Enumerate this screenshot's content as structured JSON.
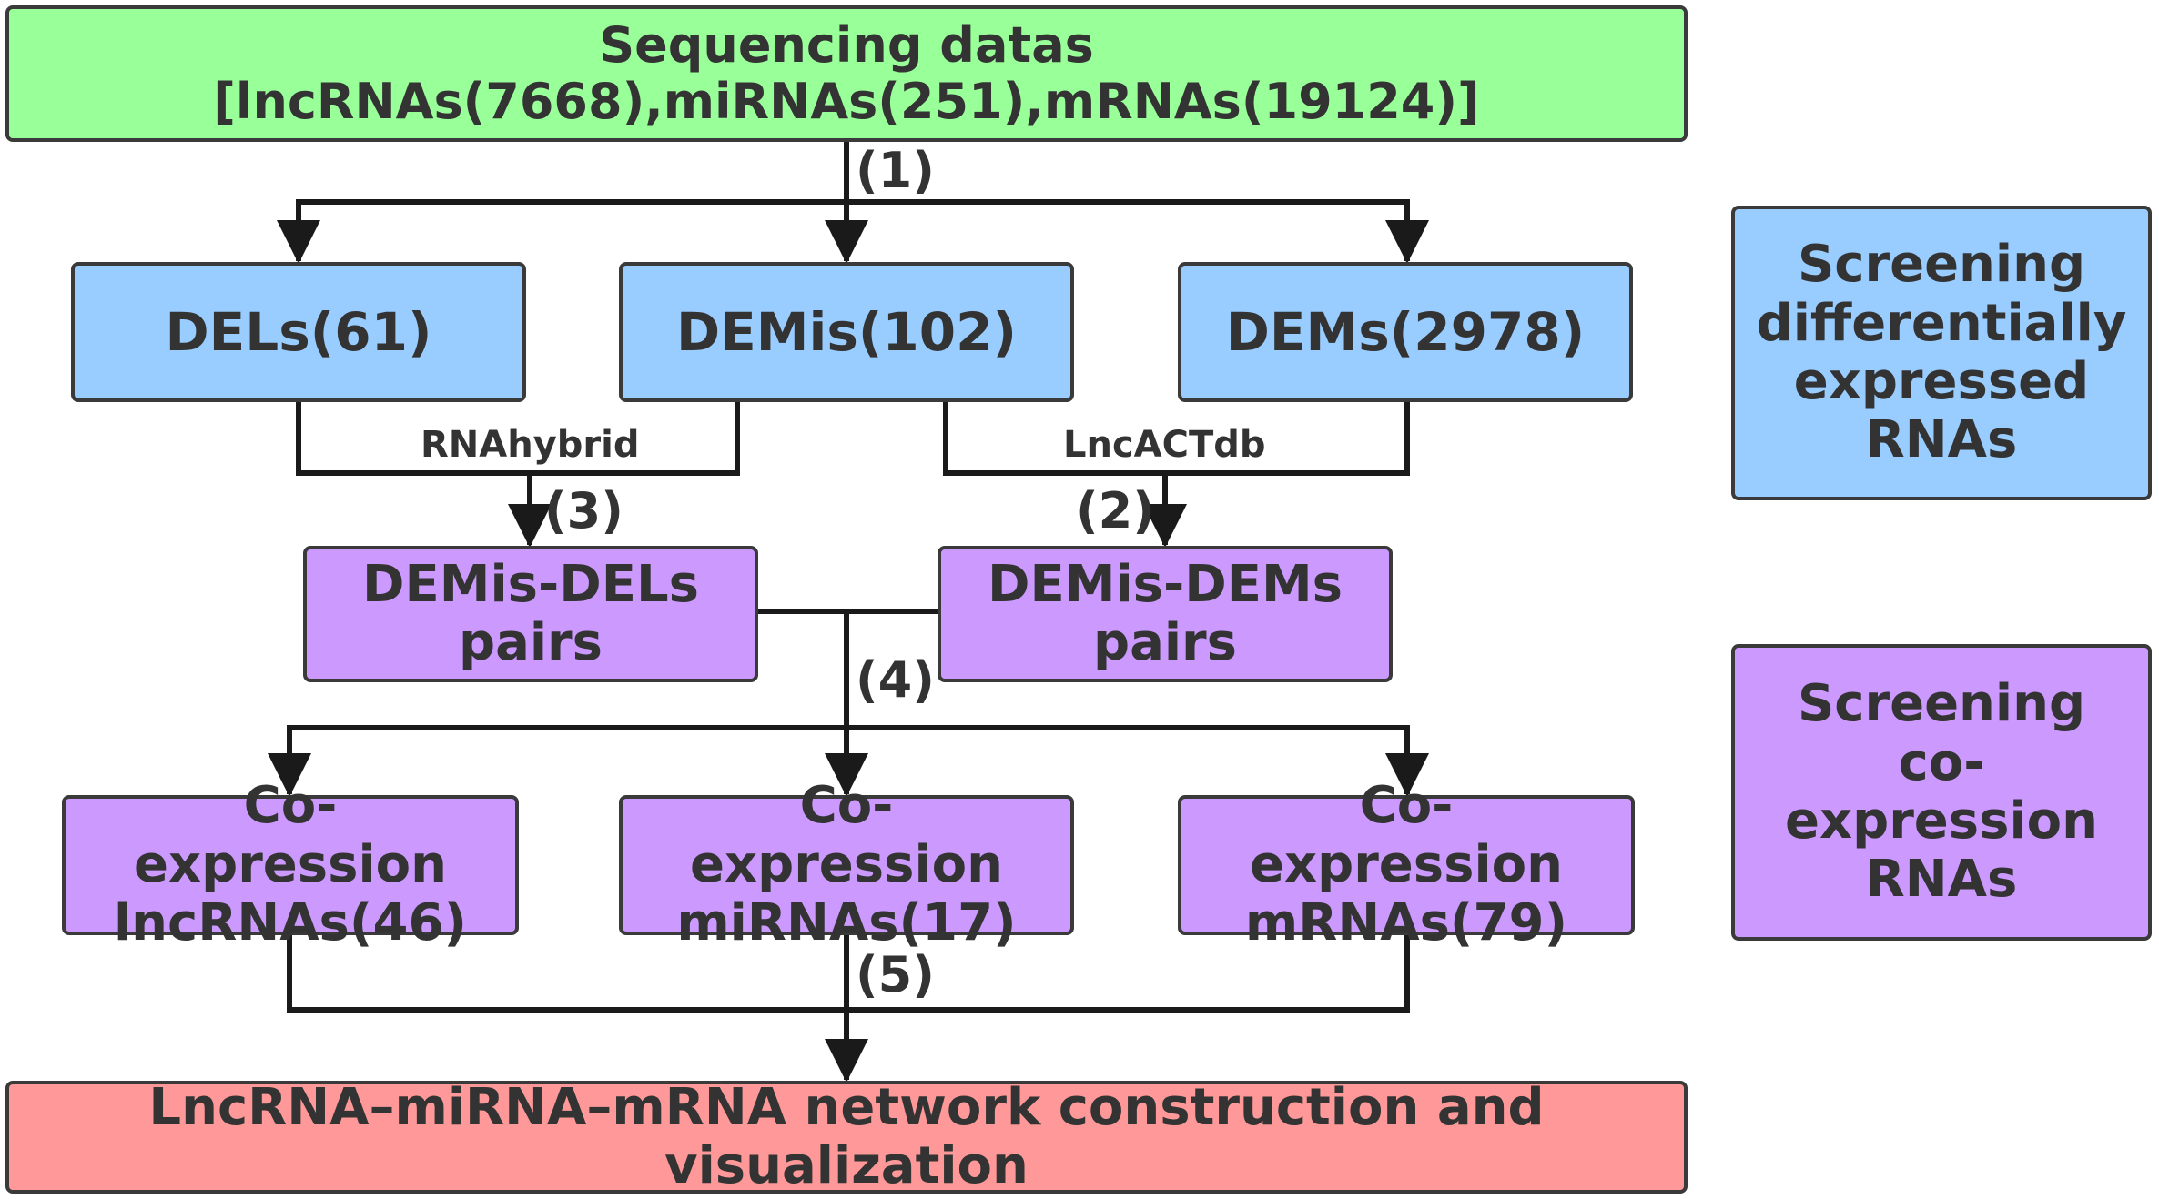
{
  "colors": {
    "top": "#99ff99",
    "screening_de": "#99ccff",
    "screening_coexp": "#cc99ff",
    "network": "#ff9999",
    "line": "#1a1a1a",
    "text": "#333333"
  },
  "nodes": {
    "sequencing": "Sequencing datas [lncRNAs(7668),miRNAs(251),mRNAs(19124)]",
    "dels": "DELs(61)",
    "demis": "DEMis(102)",
    "dems": "DEMs(2978)",
    "demis_dels_pairs": "DEMis-DELs pairs",
    "demis_dems_pairs": "DEMis-DEMs pairs",
    "coexp_lncrnas": "Co-expression lncRNAs(46)",
    "coexp_mirnas": "Co-expression miRNAs(17)",
    "coexp_mrnas": "Co-expression mRNAs(79)",
    "network": "LncRNA–miRNA–mRNA network construction and visualization"
  },
  "legend": {
    "screening_de": "Screening differentially expressed RNAs",
    "screening_coexp": "Screening co-expression RNAs"
  },
  "steps": {
    "s1": "(1)",
    "s2": "(2)",
    "s3": "(3)",
    "s4": "(4)",
    "s5": "(5)"
  },
  "tools": {
    "rnahybrid": "RNAhybrid",
    "lncactdb": "LncACTdb"
  }
}
